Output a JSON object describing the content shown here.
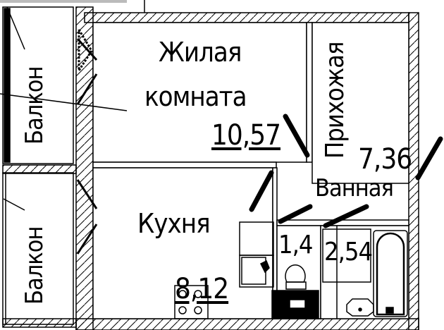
{
  "plan": {
    "rooms": [
      {
        "id": "balcony-top",
        "name": "Балкон"
      },
      {
        "id": "balcony-bottom",
        "name": "Балкон"
      },
      {
        "id": "living-room",
        "name_line1": "Жилая",
        "name_line2": "комната",
        "area": "10,57"
      },
      {
        "id": "hallway",
        "name": "Прихожая",
        "area": "7,36"
      },
      {
        "id": "kitchen",
        "name": "Кухня",
        "area": "8,12"
      },
      {
        "id": "bathroom",
        "name": "Ванная",
        "area": "2,54"
      },
      {
        "id": "toilet",
        "area": "1,4"
      }
    ],
    "colors": {
      "line": "#000000",
      "background": "#ffffff"
    }
  }
}
